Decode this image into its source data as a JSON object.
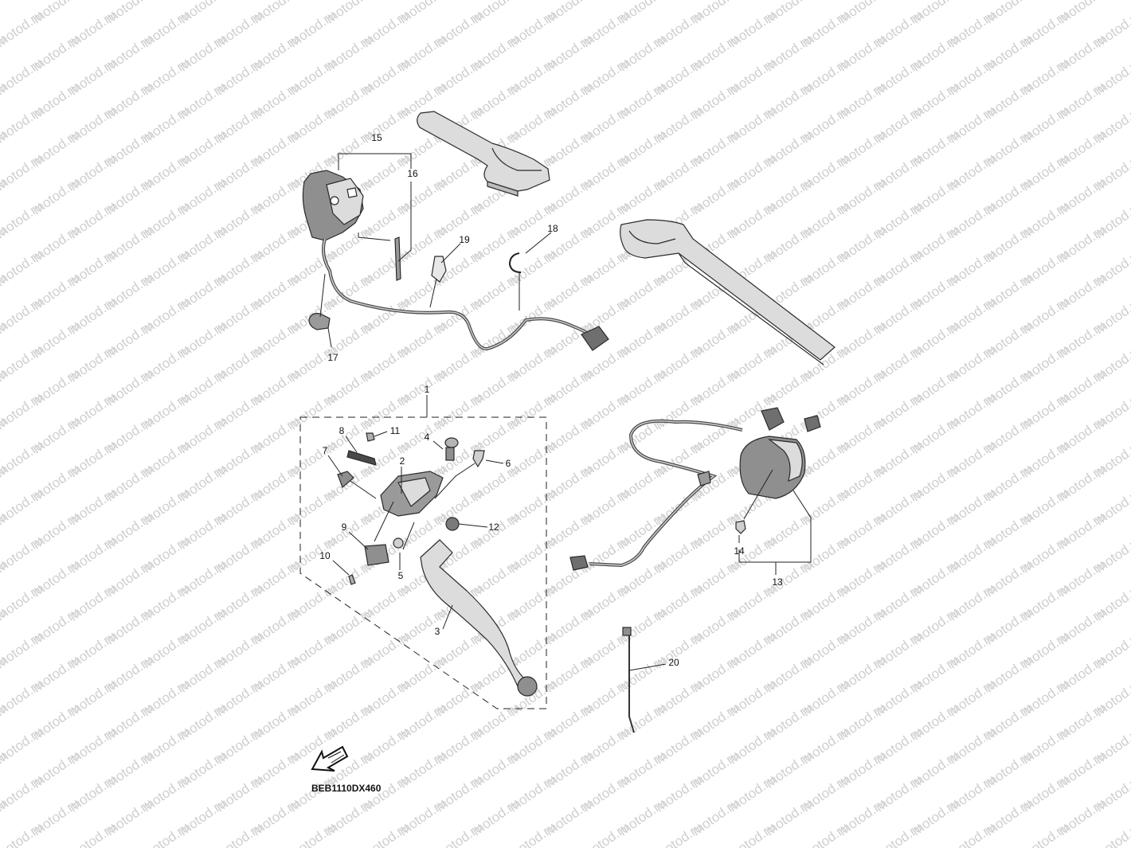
{
  "watermark": {
    "text": "motod.ru"
  },
  "diagram_code": "BEB1110DX460",
  "labels": {
    "p1": "1",
    "p2": "2",
    "p3": "3",
    "p4": "4",
    "p5": "5",
    "p6": "6",
    "p7": "7",
    "p8": "8",
    "p9": "9",
    "p10": "10",
    "p11": "11",
    "p12": "12",
    "p13": "13",
    "p14": "14",
    "p15": "15",
    "p16": "16",
    "p17": "17",
    "p18": "18",
    "p19": "19",
    "p20": "20"
  },
  "colors": {
    "part_fill": "#dcdcdc",
    "part_dark": "#8f8f8f",
    "line": "#222222",
    "watermark": "#cfcfcf"
  },
  "icons": {
    "front_arrow": "front-direction-arrow-icon"
  }
}
